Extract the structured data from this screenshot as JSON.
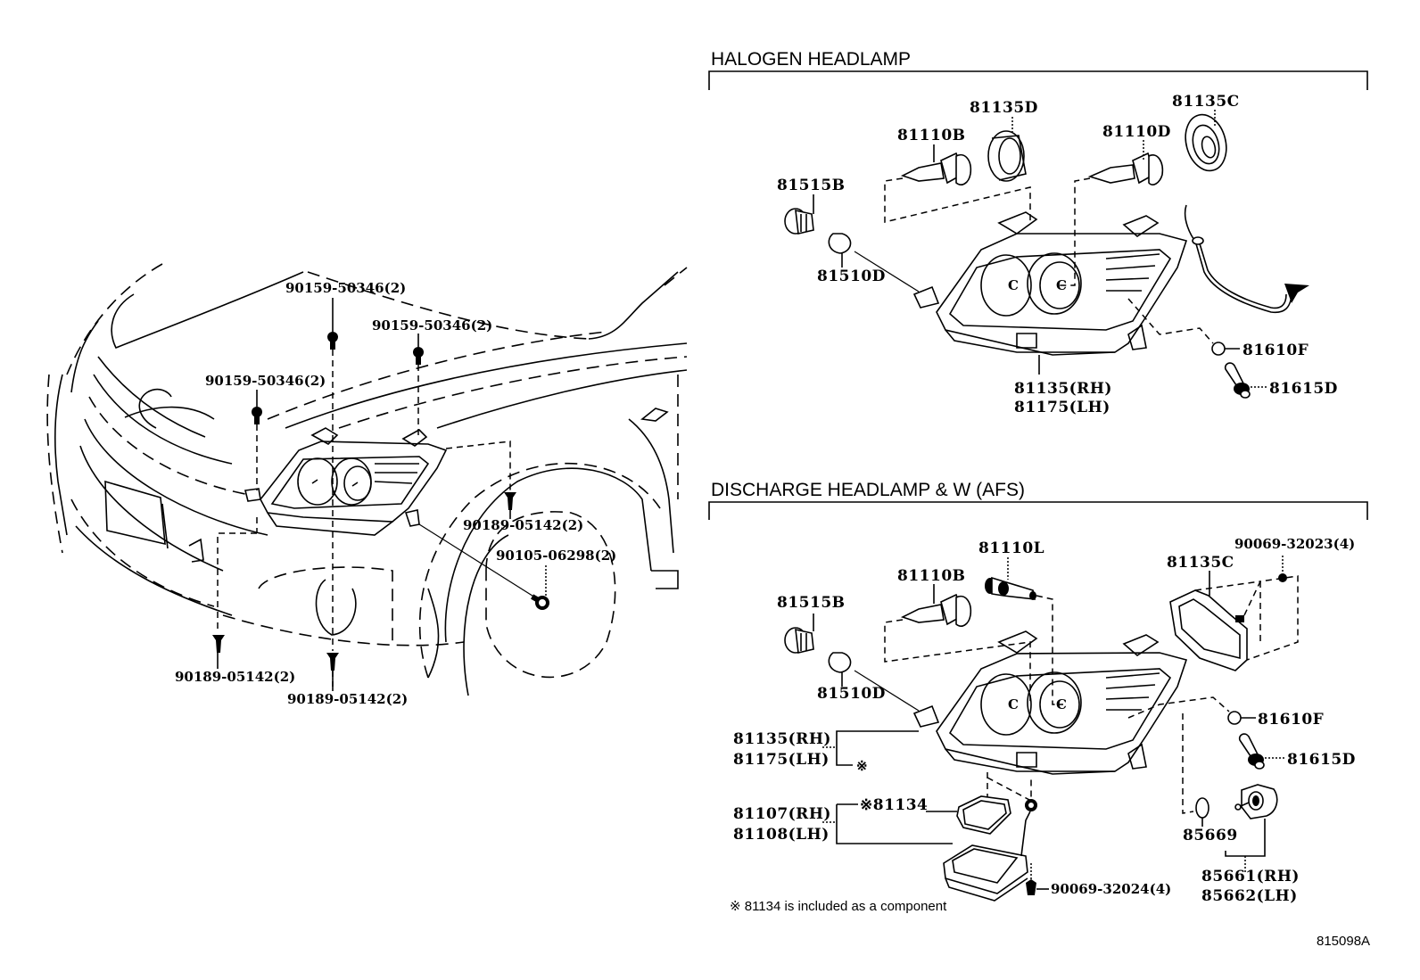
{
  "sections": {
    "halogen": {
      "title": "HALOGEN HEADLAMP"
    },
    "discharge": {
      "title": "DISCHARGE HEADLAMP & W (AFS)"
    }
  },
  "vehicle_view": {
    "labels": {
      "screw_top_center": "90159-50346(2)",
      "screw_top_right": "90159-50346(2)",
      "screw_left": "90159-50346(2)",
      "clip_right": "90189-05142(2)",
      "bolt_wheel": "90105-06298(2)",
      "clip_bottom_left": "90189-05142(2)",
      "clip_bottom_center": "90189-05142(2)"
    }
  },
  "halogen_parts": {
    "bulb_low": "81110B",
    "socket_cover_d": "81135D",
    "bulb_high": "81110D",
    "socket_cover_c": "81135C",
    "side_socket": "81515B",
    "side_bulb": "81510D",
    "turn_bulb": "81610F",
    "turn_socket": "81615D",
    "unit_rh": "81135(RH)",
    "unit_lh": "81175(LH)"
  },
  "discharge_parts": {
    "bulb_hid": "81110L",
    "bulb_low": "81110B",
    "cover_c": "81135C",
    "cover_screw": "90069-32023(4)",
    "side_socket": "81515B",
    "side_bulb": "81510D",
    "turn_bulb": "81610F",
    "turn_socket": "81615D",
    "unit_rh": "81135(RH)",
    "unit_lh": "81175(LH)",
    "unit_note_mark": "※",
    "gasket": "※81134",
    "ballast_rh": "81107(RH)",
    "ballast_lh": "81108(LH)",
    "ballast_screw": "90069-32024(4)",
    "oring": "85669",
    "actuator_rh": "85661(RH)",
    "actuator_lh": "85662(LH)"
  },
  "footnote": "※ 81134 is included as a component",
  "figure_code": "815098A"
}
